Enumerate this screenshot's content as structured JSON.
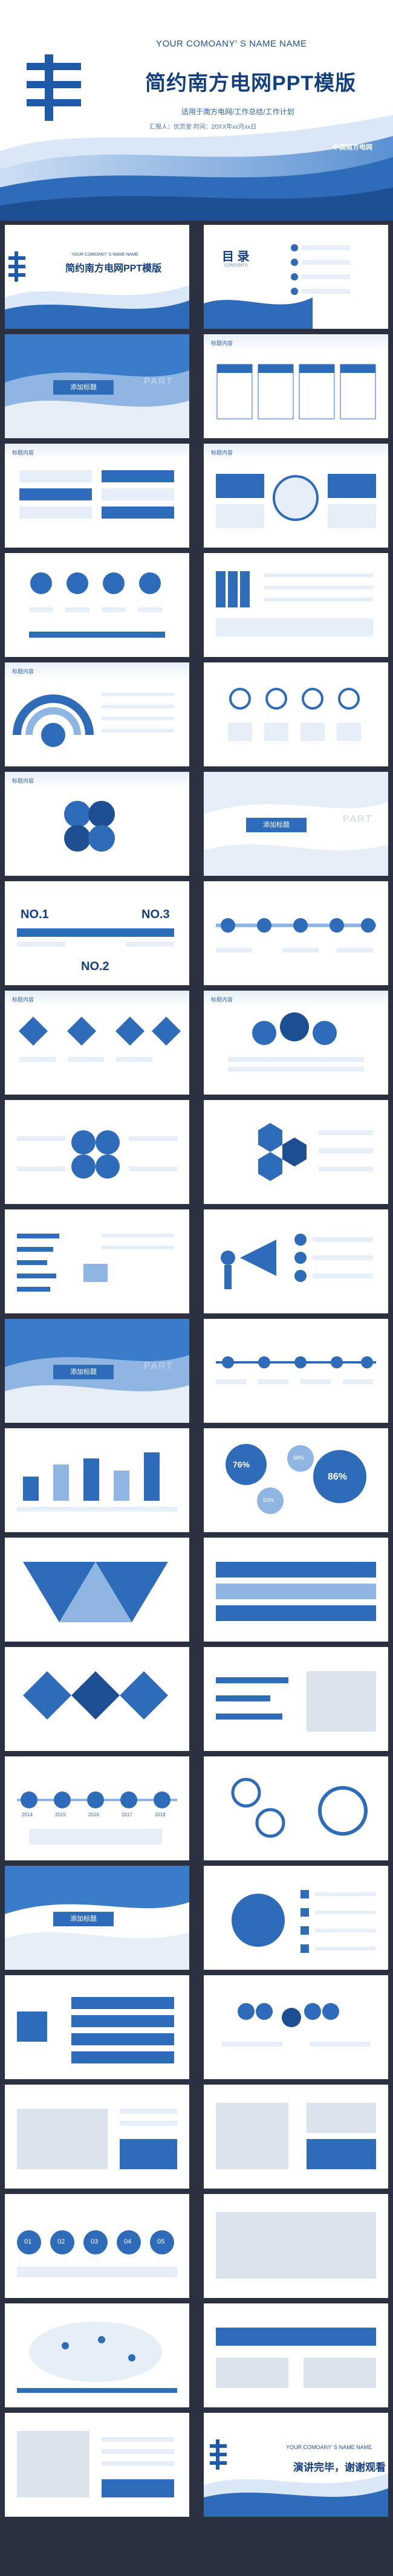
{
  "cover": {
    "company": "YOUR COMOANY’ S NAME NAME",
    "title": "简约南方电网PPT模版",
    "subtitle": "适用于南方电网/工作总结/工作计划",
    "meta": "汇报人：优页堂     时间：20XX年xx月xx日",
    "brand": "中国南方电网"
  },
  "slide_tag": "标题内容",
  "toc": {
    "title": "目 录",
    "sub": "CONTENTS"
  },
  "banner": {
    "title": "添加标题",
    "part": "PART"
  },
  "number_labels": [
    "NO.1",
    "NO.3",
    "NO.2"
  ],
  "closing": {
    "company": "YOUR COMOANY’ S NAME NAME",
    "title": "演讲完毕，谢谢观看"
  },
  "colors": {
    "primary": "#2e6bb8",
    "dark": "#123f80",
    "light": "#e6eef8",
    "background": "#2b3140"
  },
  "big_percents": [
    "76%",
    "86%",
    "53%",
    "68%"
  ],
  "years": [
    "2014",
    "2015",
    "2016",
    "2017",
    "2018"
  ],
  "step_numbers": [
    "01",
    "02",
    "03",
    "04",
    "05"
  ]
}
